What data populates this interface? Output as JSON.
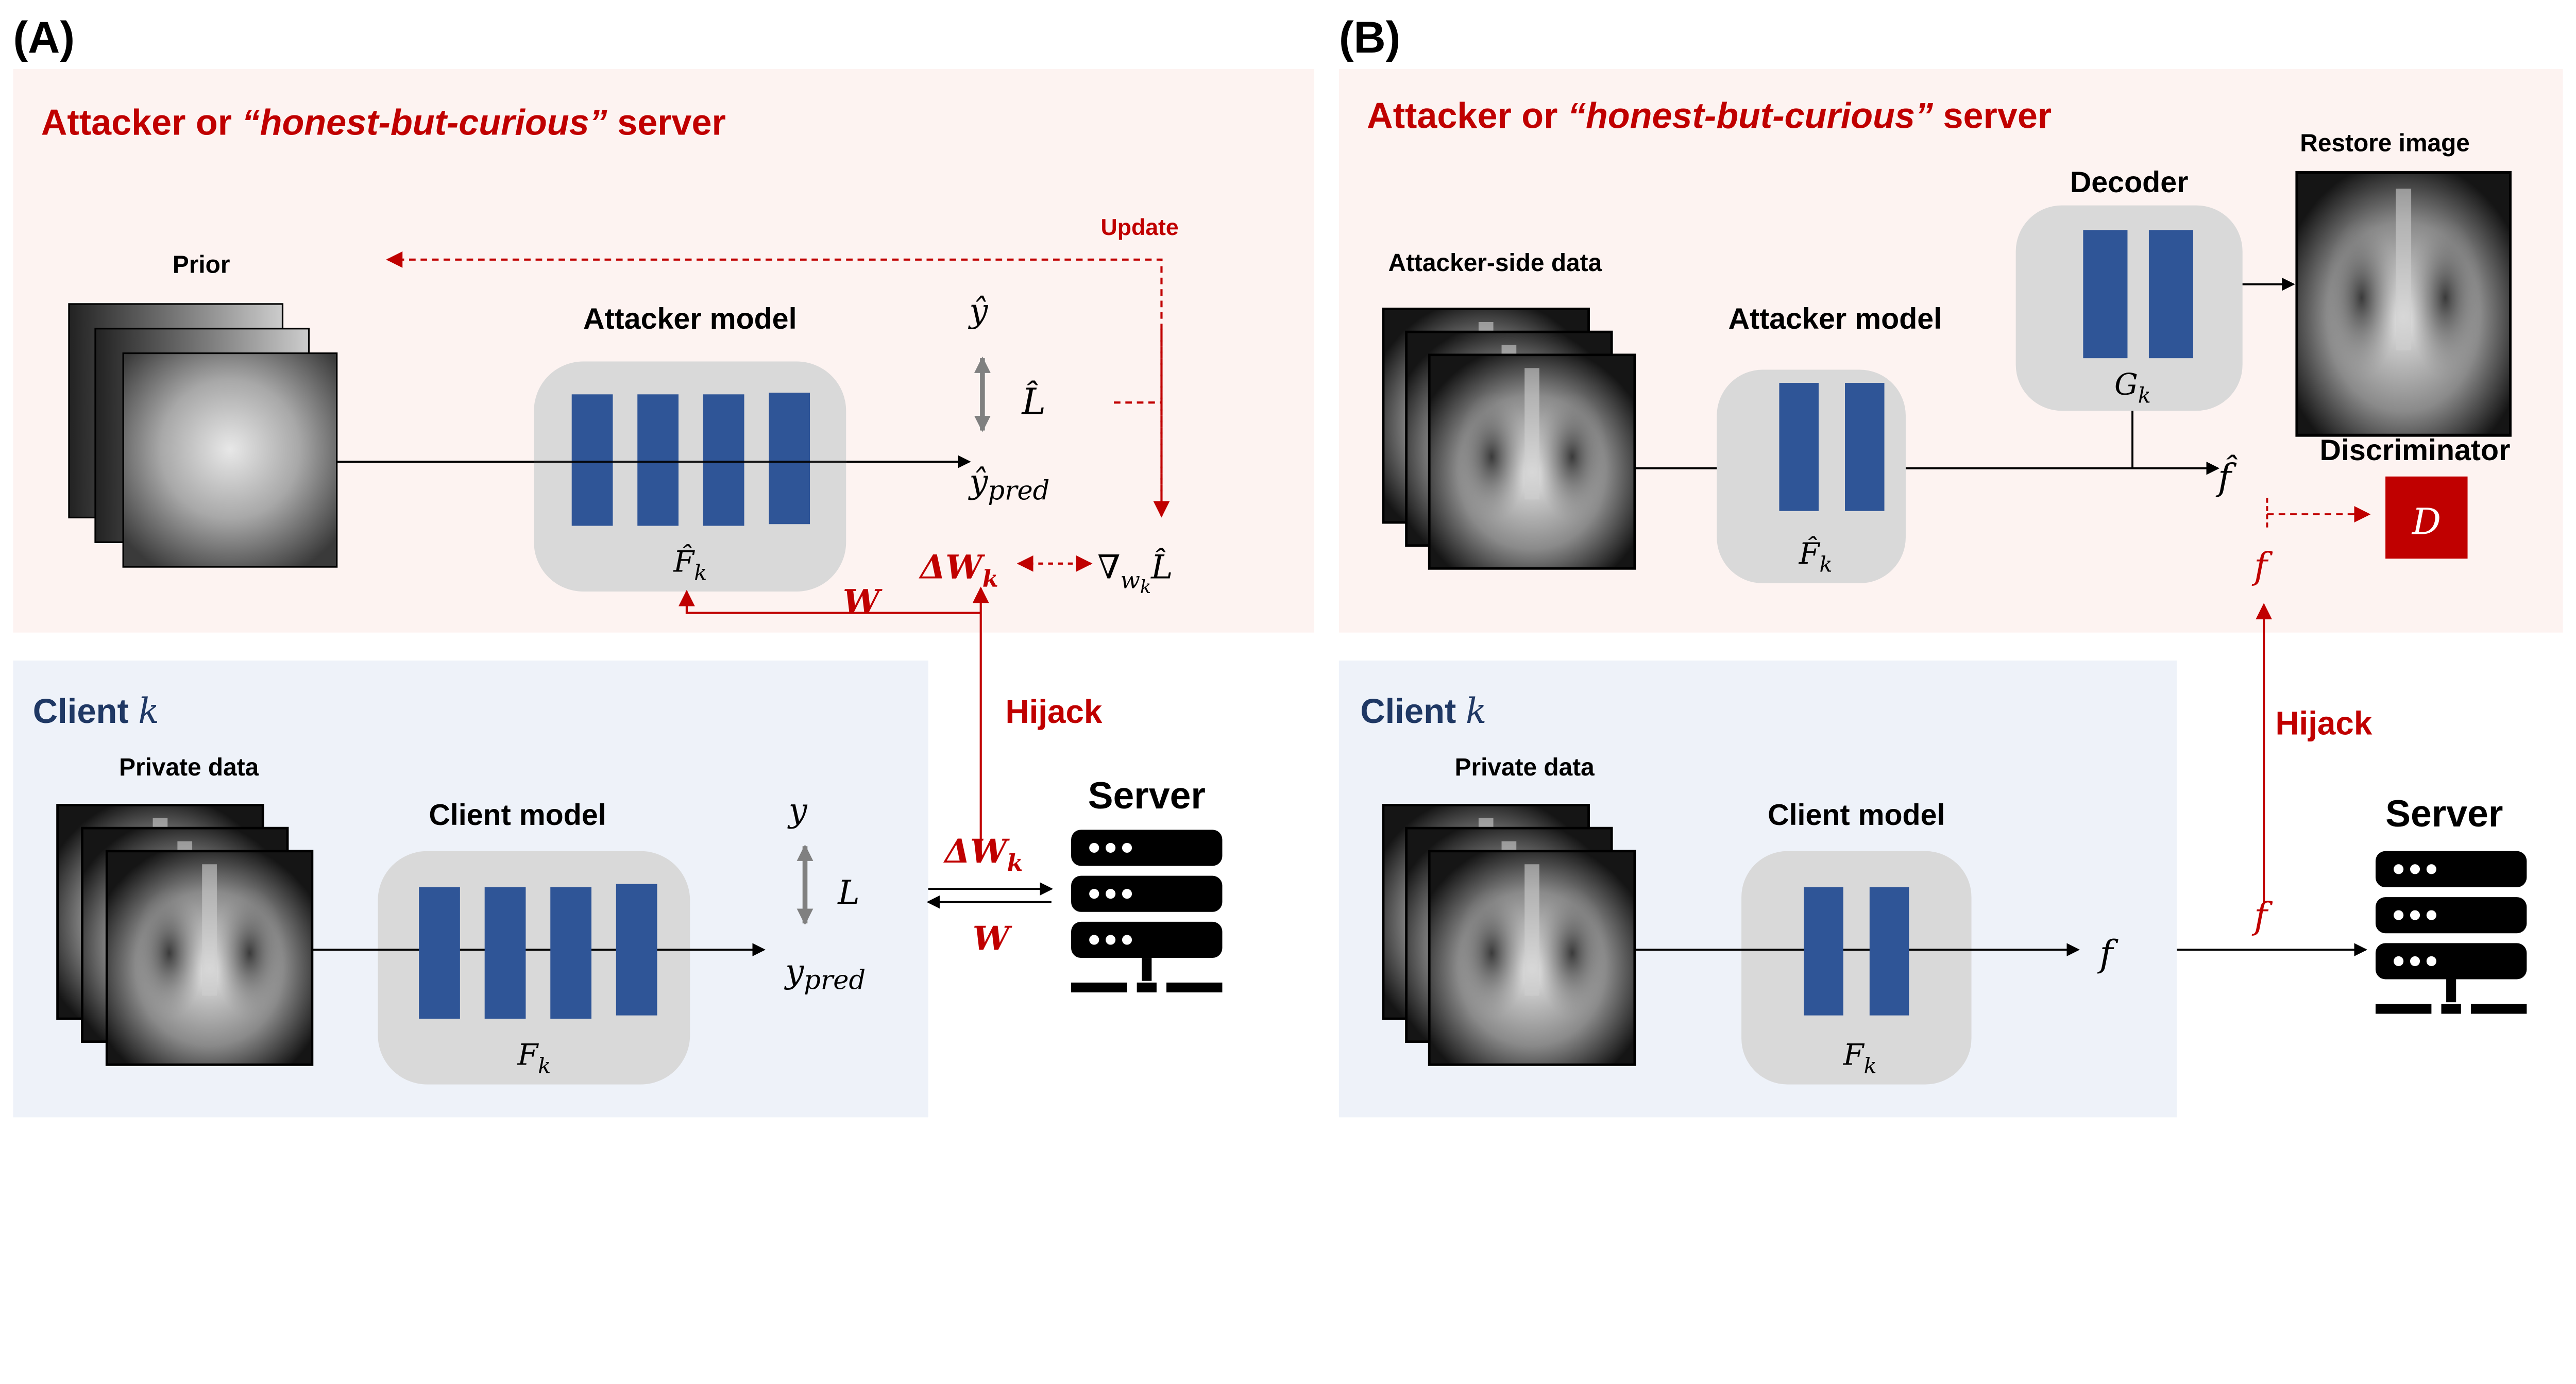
{
  "colors": {
    "attacker_panel": "#fdf3f1",
    "client_panel": "#eef2f9",
    "accent_red": "#c00000",
    "layer_blue": "#2f5597",
    "model_box": "#d9d9d9",
    "client_title": "#1f3864"
  },
  "panelA": {
    "label": "(A)",
    "attacker": {
      "title_prefix": "Attacker or ",
      "title_italic": "“honest-but-curious”",
      "title_suffix": " server",
      "update": "Update",
      "prior": "Prior",
      "model_label": "Attacker model",
      "model_symbol": "F̂",
      "model_sub": "k",
      "y_hat": "ŷ",
      "loss_hat": "L̂",
      "y_pred_hat": "ŷ",
      "pred_sub": "pred",
      "delta_w": "ΔW",
      "delta_w_sub": "k",
      "grad": "∇",
      "grad_sub": "w",
      "grad_subsub": "k",
      "grad_loss": "L̂",
      "w": "W"
    },
    "client": {
      "title": "Client ",
      "title_k": "k",
      "private_data": "Private data",
      "model_label": "Client model",
      "model_symbol": "F",
      "model_sub": "k",
      "y": "y",
      "loss": "L",
      "y_pred": "y",
      "pred_sub": "pred",
      "hijack": "Hijack",
      "delta_w": "ΔW",
      "delta_w_sub": "k",
      "w": "W",
      "server": "Server"
    }
  },
  "panelB": {
    "label": "(B)",
    "attacker": {
      "title_prefix": "Attacker or ",
      "title_italic": "“honest-but-curious”",
      "title_suffix": " server",
      "attacker_data": "Attacker-side data",
      "model_label": "Attacker model",
      "model_symbol": "F̂",
      "model_sub": "k",
      "decoder": "Decoder",
      "decoder_symbol": "G",
      "decoder_sub": "k",
      "restore": "Restore image",
      "discriminator": "Discriminator",
      "d_symbol": "D",
      "f_hat": "f̂",
      "f_red": "f"
    },
    "client": {
      "title": "Client ",
      "title_k": "k",
      "private_data": "Private data",
      "model_label": "Client model",
      "model_symbol": "F",
      "model_sub": "k",
      "f": "f",
      "f_red": "f",
      "hijack": "Hijack",
      "server": "Server"
    }
  }
}
